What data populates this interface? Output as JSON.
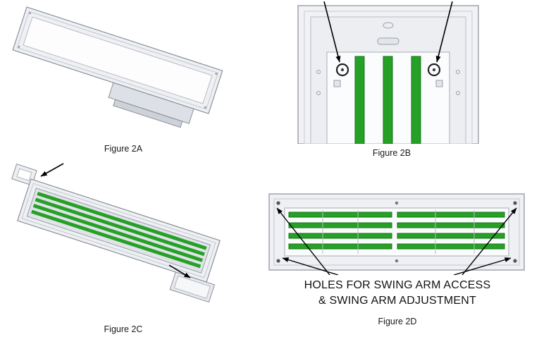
{
  "figures": [
    {
      "id": "2A",
      "caption": "Figure 2A"
    },
    {
      "id": "2B",
      "caption": "Figure 2B"
    },
    {
      "id": "2C",
      "caption": "Figure 2C"
    },
    {
      "id": "2D",
      "caption": "Figure 2D"
    }
  ],
  "annotation": {
    "line1": "HOLES FOR SWING ARM ACCESS",
    "line2": "& SWING ARM ADJUSTMENT"
  },
  "colors": {
    "strip_green": "#26a026",
    "strip_green_edge": "#157515",
    "frame_fill": "#eef0f4",
    "frame_stroke": "#8a8f98",
    "arrow": "#000000"
  }
}
